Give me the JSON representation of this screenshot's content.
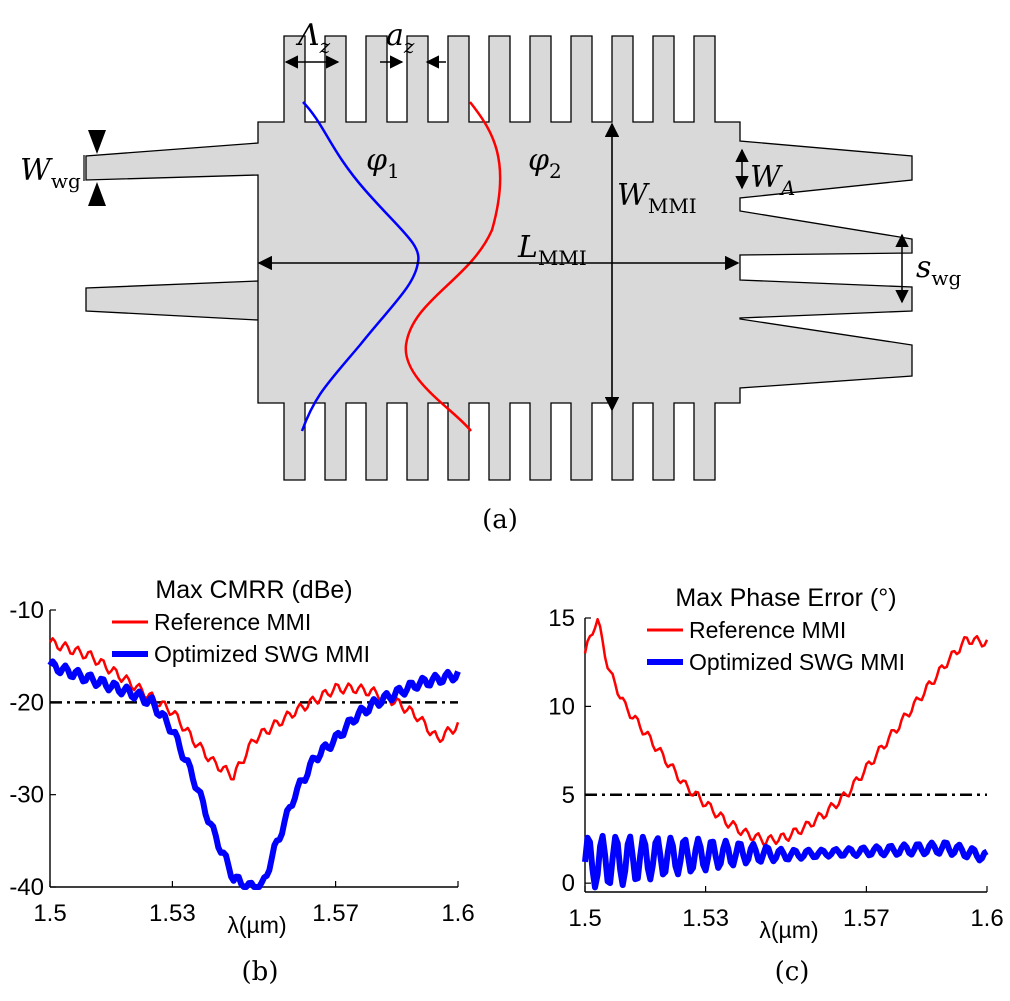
{
  "panel_a": {
    "caption": "(a)",
    "labels": {
      "period": "Λ",
      "period_sub": "z",
      "tooth": "a",
      "tooth_sub": "z",
      "w_wg": "W",
      "w_wg_sub": "wg",
      "phi1": "φ",
      "phi1_sub": "1",
      "phi2": "φ",
      "phi2_sub": "2",
      "w_mmi": "W",
      "w_mmi_sub": "MMI",
      "w_a": "W",
      "w_a_sub": "A",
      "l_mmi": "L",
      "l_mmi_sub": "MMI",
      "s_wg": "s",
      "s_wg_sub": "wg"
    },
    "colors": {
      "body": "#d9d9d9",
      "phi1": "#0000ff",
      "phi2": "#ff0000"
    }
  },
  "chart_data": [
    {
      "type": "line",
      "caption": "(b)",
      "title": "Max CMRR (dBe)",
      "xlabel": "λ(µm)",
      "ylabel": "",
      "xlim": [
        1.5,
        1.6
      ],
      "ylim": [
        -40,
        -10
      ],
      "xticks": [
        "1.5",
        "1.53",
        "1.57",
        "1.6"
      ],
      "yticks": [
        "-10",
        "-20",
        "-30",
        "-40"
      ],
      "grid": false,
      "legend": "top",
      "threshold": -20,
      "series": [
        {
          "name": "Reference MMI",
          "color": "#ff0000",
          "x": [
            1.5,
            1.51,
            1.52,
            1.53,
            1.535,
            1.54,
            1.545,
            1.55,
            1.56,
            1.57,
            1.575,
            1.58,
            1.585,
            1.59,
            1.595,
            1.6
          ],
          "y": [
            -13.5,
            -15,
            -18,
            -21,
            -24,
            -26.5,
            -28,
            -24,
            -21,
            -18.5,
            -18.5,
            -19,
            -20,
            -21.5,
            -24,
            -22.5
          ]
        },
        {
          "name": "Optimized SWG MMI",
          "color": "#0000ff",
          "x": [
            1.5,
            1.51,
            1.52,
            1.525,
            1.53,
            1.535,
            1.54,
            1.545,
            1.548,
            1.552,
            1.555,
            1.56,
            1.565,
            1.57,
            1.575,
            1.58,
            1.59,
            1.6
          ],
          "y": [
            -16,
            -17.5,
            -19,
            -20,
            -23,
            -28,
            -34,
            -39,
            -40,
            -40,
            -36,
            -30,
            -26,
            -24,
            -21.5,
            -20,
            -18,
            -17
          ]
        }
      ]
    },
    {
      "type": "line",
      "caption": "(c)",
      "title": "Max Phase Error (°)",
      "xlabel": "λ(µm)",
      "ylabel": "",
      "xlim": [
        1.5,
        1.6
      ],
      "ylim": [
        -0.5,
        15
      ],
      "xticks": [
        "1.5",
        "1.53",
        "1.57",
        "1.6"
      ],
      "yticks": [
        "15",
        "10",
        "5",
        "0"
      ],
      "grid": false,
      "legend": "top",
      "threshold": 5,
      "series": [
        {
          "name": "Reference MMI",
          "color": "#ff0000",
          "x": [
            1.5,
            1.503,
            1.506,
            1.51,
            1.515,
            1.52,
            1.525,
            1.53,
            1.535,
            1.54,
            1.545,
            1.55,
            1.555,
            1.56,
            1.565,
            1.57,
            1.575,
            1.58,
            1.585,
            1.59,
            1.595,
            1.6
          ],
          "y": [
            13,
            15,
            12,
            10,
            8.5,
            7,
            5.5,
            4.5,
            3.5,
            2.8,
            2.4,
            2.6,
            3.2,
            4,
            5,
            6.5,
            8,
            9.5,
            11,
            12.5,
            13.8,
            13.6
          ]
        },
        {
          "name": "Optimized SWG MMI",
          "color": "#0000ff",
          "x": [
            1.5,
            1.51,
            1.52,
            1.53,
            1.54,
            1.55,
            1.56,
            1.57,
            1.58,
            1.59,
            1.6
          ],
          "y": [
            1.2,
            1.3,
            1.5,
            1.6,
            1.7,
            1.6,
            1.7,
            1.8,
            1.9,
            2.0,
            1.5
          ],
          "amp": [
            1.5,
            1.4,
            1.1,
            0.9,
            0.6,
            0.3,
            0.2,
            0.25,
            0.3,
            0.35,
            0.3
          ]
        }
      ]
    }
  ]
}
